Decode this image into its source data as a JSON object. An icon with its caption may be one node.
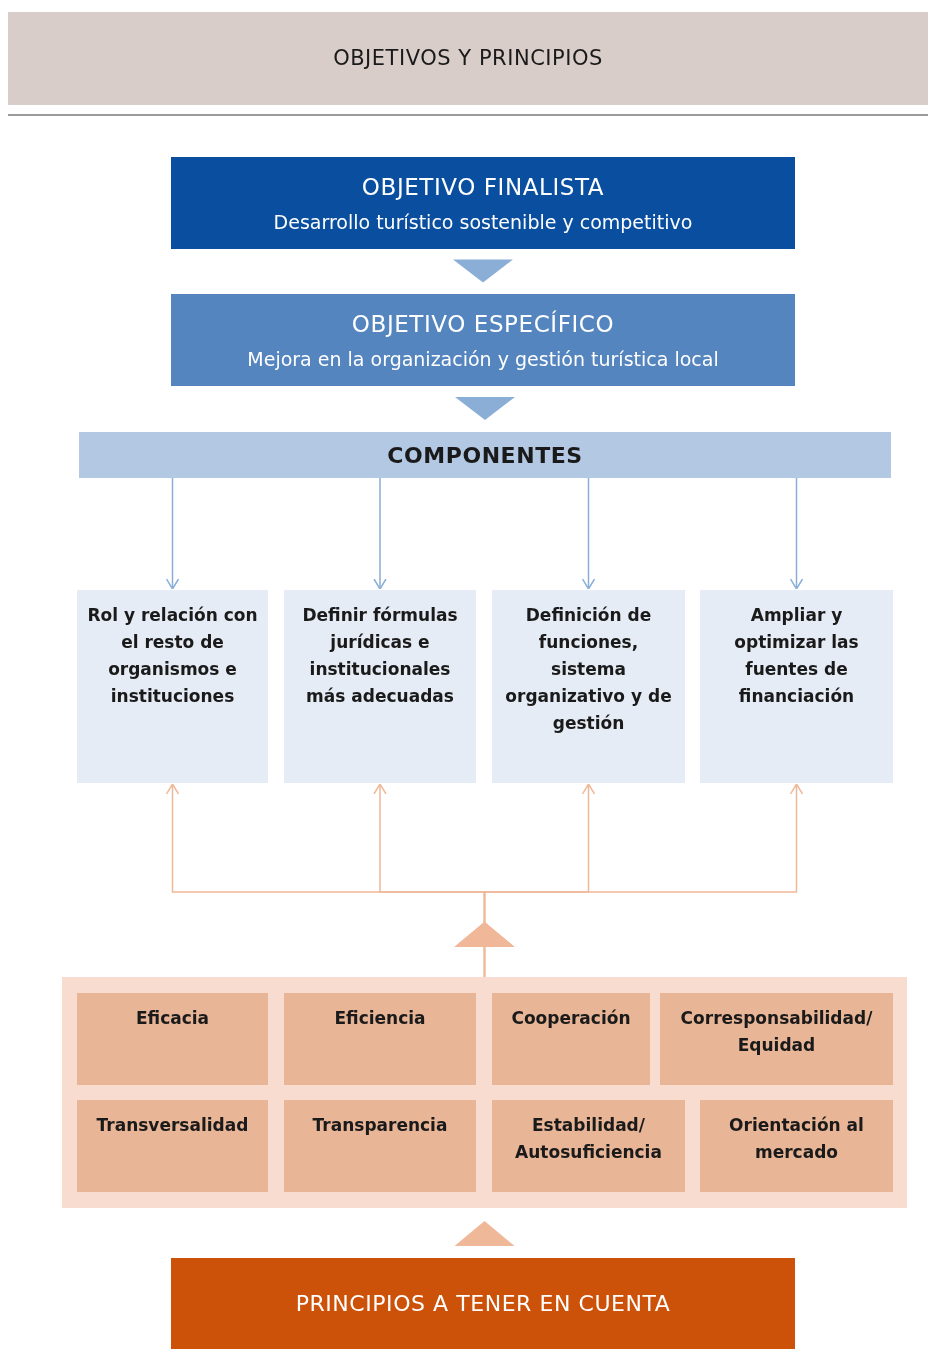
{
  "diagram": {
    "title": "OBJETIVOS Y PRINCIPIOS",
    "nodes": [
      {
        "text": [
          "OBJETIVO FINALISTA",
          "Desarrollo turístico sostenible y competitivo"
        ]
      },
      {
        "text": [
          "OBJETIVO ESPECÍFICO",
          "Mejora en la organización y gestión turística local"
        ]
      },
      {
        "text": [
          "COMPONENTES"
        ]
      },
      {
        "text": [
          "Rol y relación con el resto de organismos e instituciones"
        ]
      },
      {
        "text": [
          "Definir fórmulas jurídicas e institucionales más adecuadas"
        ]
      },
      {
        "text": [
          "Definición de funciones, sistema organizativo y de gestión"
        ]
      },
      {
        "text": [
          "Ampliar y optimizar las fuentes de financiación"
        ]
      },
      {
        "text": [],
        "shape": "box"
      },
      {
        "text": [
          "Eficacia"
        ],
        "in": 7
      },
      {
        "text": [
          "Eficiencia"
        ],
        "in": 7
      },
      {
        "text": [
          "Cooperación"
        ],
        "in": 7
      },
      {
        "text": [
          "Corresponsabilidad/ Equidad"
        ],
        "in": 7
      },
      {
        "text": [
          "Transversalidad"
        ],
        "in": 7
      },
      {
        "text": [
          "Transparencia"
        ],
        "in": 7
      },
      {
        "text": [
          "Estabilidad/ Autosuficiencia"
        ],
        "in": 7
      },
      {
        "text": [
          "Orientación al mercado"
        ],
        "in": 7
      },
      {
        "text": [
          "PRINCIPIOS A TENER EN CUENTA"
        ]
      }
    ],
    "edges": [
      {
        "from": 0,
        "to": 1,
        "arrow": "to"
      },
      {
        "from": 1,
        "to": 2,
        "arrow": "to"
      },
      {
        "from": 2,
        "to": 3,
        "arrow": "to"
      },
      {
        "from": 2,
        "to": 4,
        "arrow": "to"
      },
      {
        "from": 2,
        "to": 5,
        "arrow": "to"
      },
      {
        "from": 2,
        "to": 6,
        "arrow": "to"
      },
      {
        "from": 7,
        "to": 3,
        "arrow": "to",
        "color": "#f0b898"
      },
      {
        "from": 7,
        "to": 4,
        "arrow": "to",
        "color": "#f0b898"
      },
      {
        "from": 7,
        "to": 5,
        "arrow": "to",
        "color": "#f0b898"
      },
      {
        "from": 7,
        "to": 6,
        "arrow": "to",
        "color": "#f0b898"
      },
      {
        "from": 16,
        "to": 7,
        "arrow": "to",
        "color": "#efb898"
      }
    ]
  }
}
